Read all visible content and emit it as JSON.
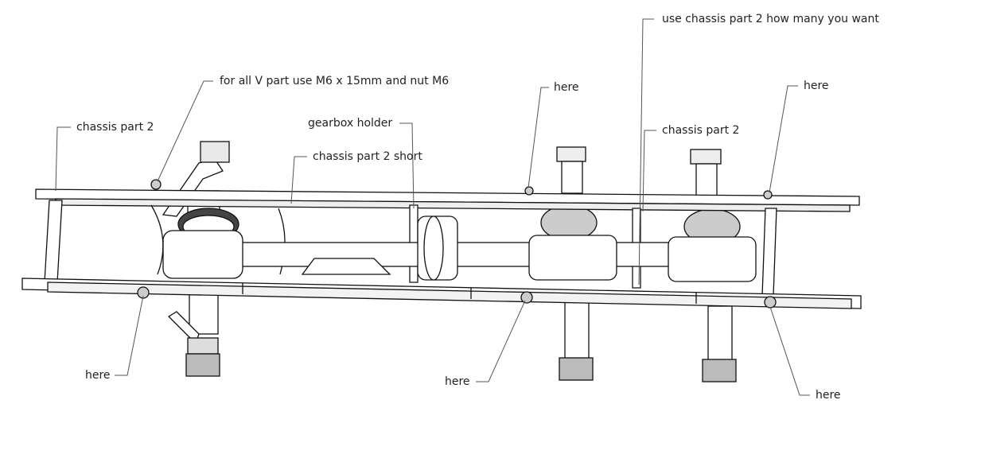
{
  "annotations": {
    "use_chassis": "use chassis part 2  how many you want",
    "v_part": "for all V part use M6 x 15mm and nut M6",
    "here_top_mid": "here",
    "here_top_right": "here",
    "chassis_left": "chassis part 2",
    "gearbox_holder": "gearbox holder",
    "chassis_right": "chassis part 2",
    "chassis_short": "chassis part 2 short",
    "here_bottom_left": "here",
    "here_bottom_mid": "here",
    "here_bottom_right": "here"
  }
}
